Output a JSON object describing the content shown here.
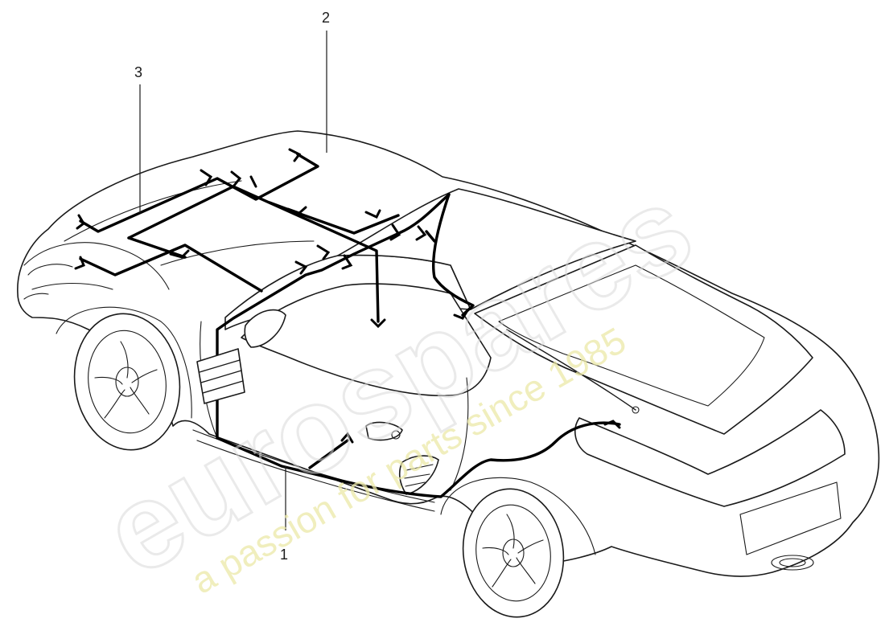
{
  "callouts": [
    {
      "id": "1",
      "label": "1"
    },
    {
      "id": "2",
      "label": "2"
    },
    {
      "id": "3",
      "label": "3"
    }
  ],
  "watermark": {
    "brand": "eurospares",
    "tagline": "a passion for parts since 1985"
  },
  "colors": {
    "line": "#1a1a1a",
    "harness": "#000000",
    "watermark_brand": "#d9d9d9",
    "watermark_tagline": "#ece9a8"
  }
}
